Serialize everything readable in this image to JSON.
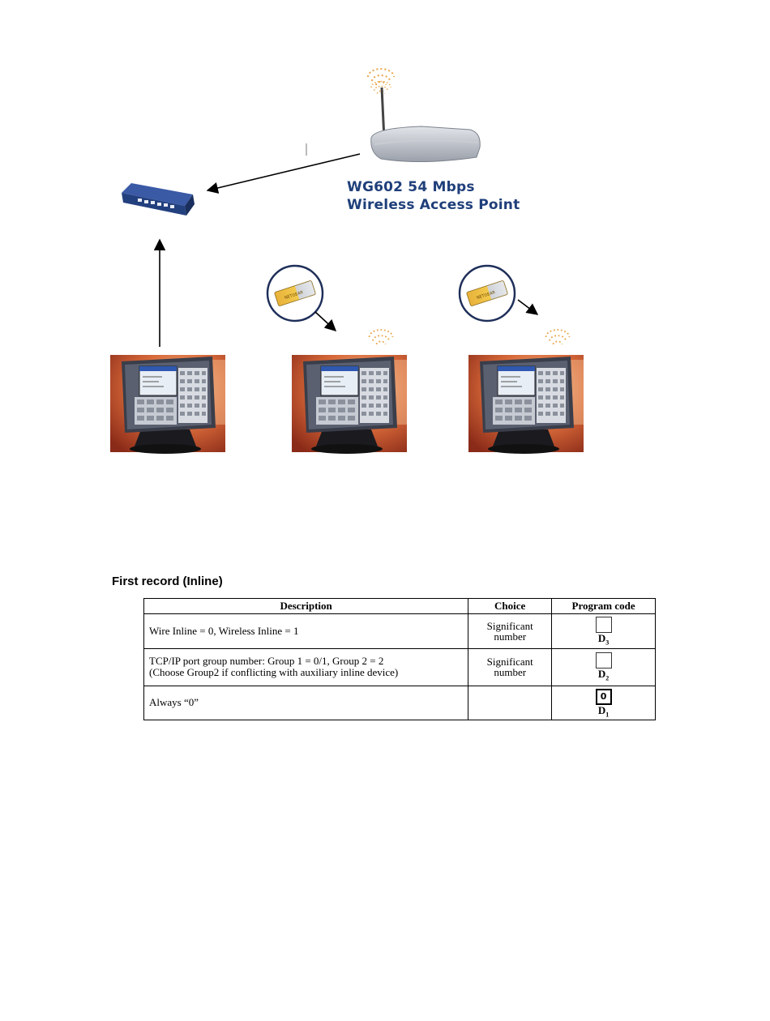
{
  "diagram": {
    "access_point_label_line1": "WG602 54 Mbps",
    "access_point_label_line2": "Wireless Access Point",
    "icons": [
      "access-point-icon",
      "network-switch-icon",
      "wireless-card-icon",
      "pos-terminal-icon",
      "wifi-signal-icon"
    ]
  },
  "section": {
    "title": "First record (Inline)"
  },
  "table": {
    "headers": [
      "Description",
      "Choice",
      "Program code"
    ],
    "rows": [
      {
        "description_line1": "Wire Inline = 0, Wireless Inline = 1",
        "description_line2": "",
        "choice_line1": "Significant",
        "choice_line2": "number",
        "code_value": "",
        "digit": "D",
        "digit_sub": "3"
      },
      {
        "description_line1": "TCP/IP port group number: Group 1 = 0/1, Group 2 = 2",
        "description_line2": "(Choose Group2 if conflicting with auxiliary inline device)",
        "choice_line1": "Significant",
        "choice_line2": "number",
        "code_value": "",
        "digit": "D",
        "digit_sub": "2"
      },
      {
        "description_line1": "Always “0”",
        "description_line2": "",
        "choice_line1": "",
        "choice_line2": "",
        "code_value": "0",
        "digit": "D",
        "digit_sub": "1"
      }
    ]
  }
}
